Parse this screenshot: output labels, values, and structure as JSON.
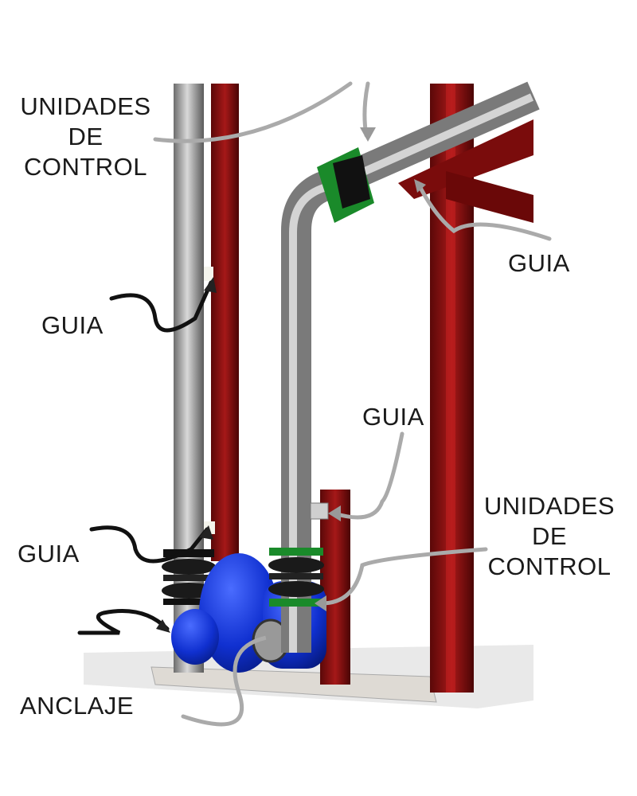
{
  "labels": {
    "control_units_top": [
      "UNIDADES",
      "DE",
      "CONTROL"
    ],
    "guide_top_right": "GUIA",
    "guide_left_mid": "GUIA",
    "guide_center": "GUIA",
    "control_units_right": [
      "UNIDADES",
      "DE",
      "CONTROL"
    ],
    "guide_left_bottom": "GUIA",
    "anchor": "ANCLAJE"
  },
  "colors": {
    "pipe": "#9a9a9a",
    "steel_column": "#8a1010",
    "pump": "#1030d0",
    "flange": "#1a8a2a",
    "joint": "#111111",
    "slab": "#e0ddd8"
  }
}
